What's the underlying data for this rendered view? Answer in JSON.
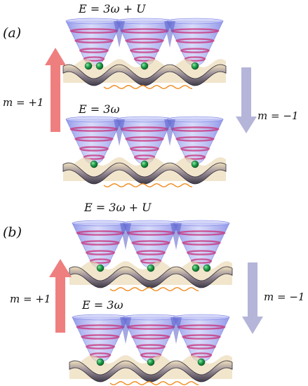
{
  "panel_a": {
    "label": "(a)",
    "upper_energy": "E = 3ω + U",
    "lower_energy": "E = 3ω",
    "up_transition": "m = +1",
    "down_transition": "m = −1",
    "upper_wells_atoms": [
      2,
      1,
      1
    ],
    "lower_wells_atoms": [
      1,
      1,
      1
    ]
  },
  "panel_b": {
    "label": "(b)",
    "upper_energy": "E = 3ω + U",
    "lower_energy": "E = 3ω",
    "up_transition": "m = +1",
    "down_transition": "m = −1",
    "upper_wells_atoms": [
      1,
      1,
      2
    ],
    "lower_wells_atoms": [
      1,
      1,
      1
    ]
  },
  "colors": {
    "cone_fill": "#9aa0ee",
    "level_stripe": "#c8307a",
    "lattice_surface": "#6e6877",
    "lattice_highlight": "#e9d7b0",
    "atom": "#1e9a45",
    "coupling_wave": "#f08a1c",
    "up_arrow": "#ef7f7f",
    "down_arrow": "#b5b5da"
  },
  "icons": {
    "up_arrow": "red-up-arrow-icon",
    "down_arrow": "lavender-down-arrow-icon"
  }
}
